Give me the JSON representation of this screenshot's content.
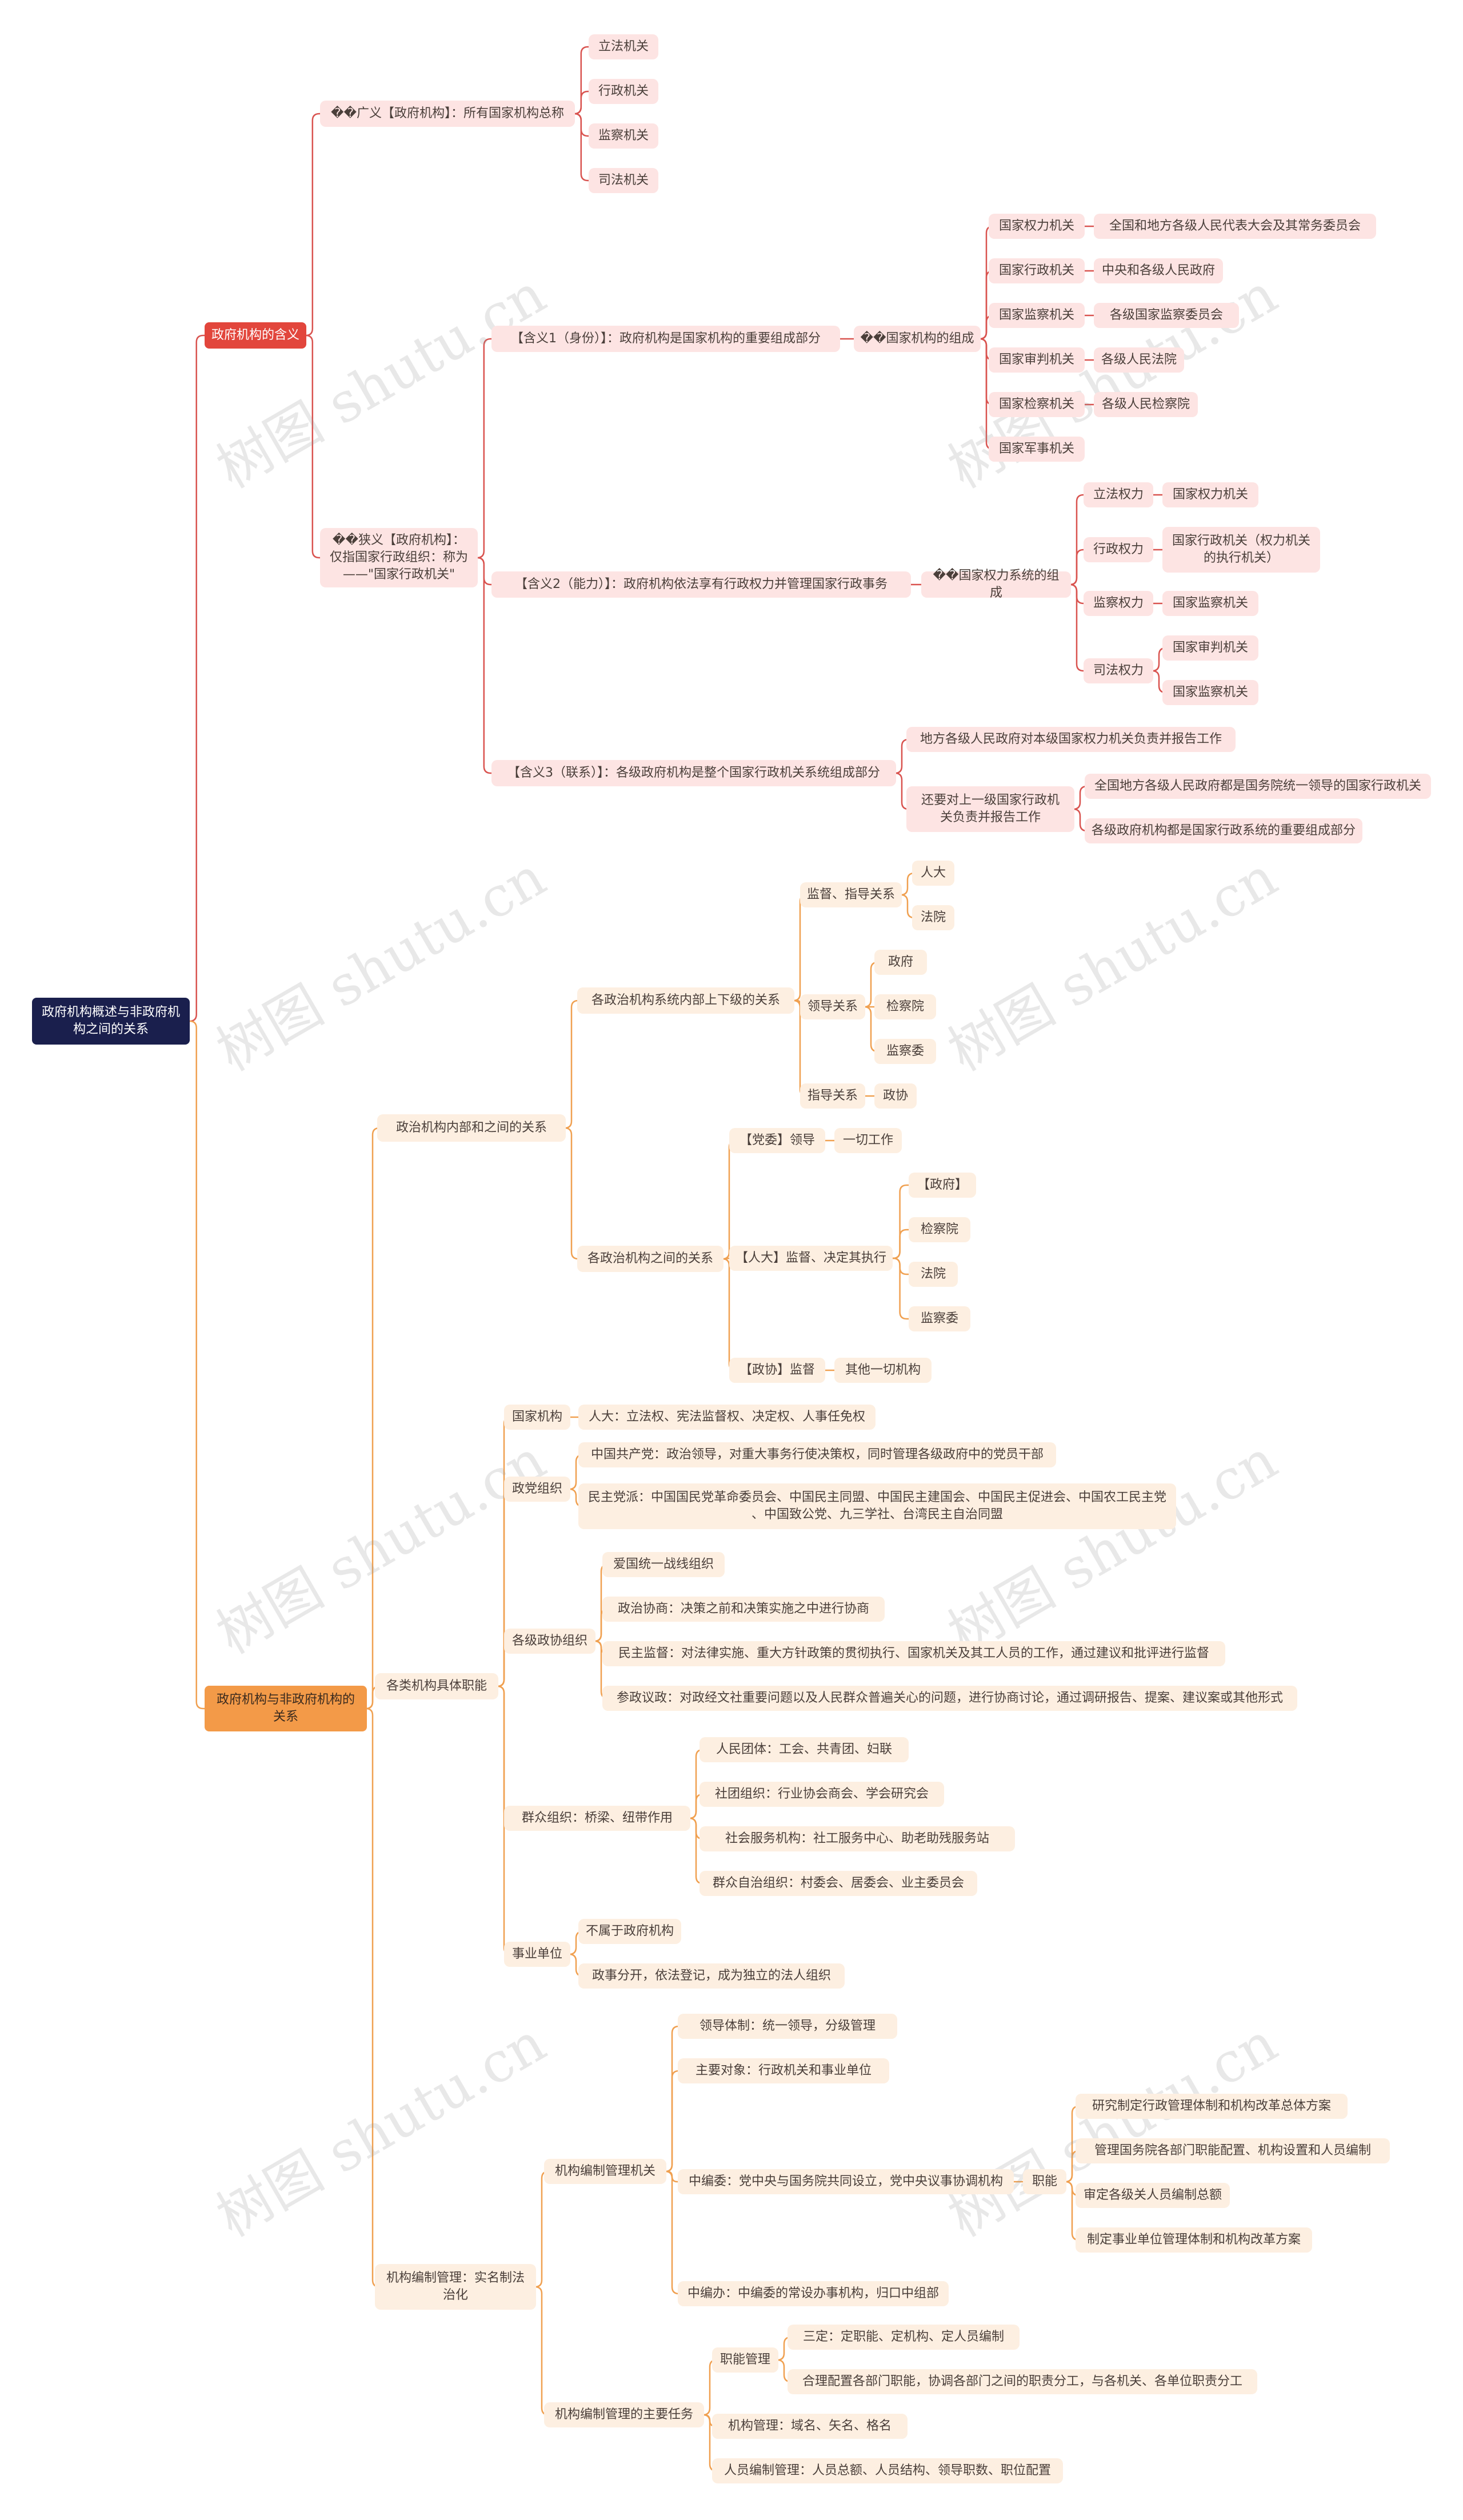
{
  "root": "政府机构概述与非政府机构之间的关系",
  "watermark": "树图 shutu.cn",
  "colors": {
    "root": "#1a1f4d",
    "branch1": "#e2463c",
    "branch2": "#f39a48",
    "line1": "#d9534f",
    "line2": "#f0a050"
  },
  "b1": {
    "label": "政府机构的含义",
    "broad": {
      "label": "��广义【政府机构】：所有国家机构总称",
      "items": [
        "立法机关",
        "行政机关",
        "监察机关",
        "司法机关"
      ]
    },
    "narrow": {
      "label": "��狭义【政府机构】：\n仅指国家行政组织：称为\n——\"国家行政机关\"",
      "m1": {
        "label": "【含义1（身份）】：政府机构是国家机构的重要组成部分",
        "group": "��国家机构的组成",
        "items": [
          {
            "label": "国家权力机关",
            "child": "全国和地方各级人民代表大会及其常务委员会"
          },
          {
            "label": "国家行政机关",
            "child": "中央和各级人民政府"
          },
          {
            "label": "国家监察机关",
            "child": "各级国家监察委员会"
          },
          {
            "label": "国家审判机关",
            "child": "各级人民法院"
          },
          {
            "label": "国家检察机关",
            "child": "各级人民检察院"
          },
          {
            "label": "国家军事机关",
            "child": ""
          }
        ]
      },
      "m2": {
        "label": "【含义2（能力）】：政府机构依法享有行政权力并管理国家行政事务",
        "group": "��国家权力系统的组成",
        "items": [
          {
            "label": "立法权力",
            "children": [
              "国家权力机关"
            ]
          },
          {
            "label": "行政权力",
            "children": [
              "国家行政机关（权力机关\n的执行机关）"
            ]
          },
          {
            "label": "监察权力",
            "children": [
              "国家监察机关"
            ]
          },
          {
            "label": "司法权力",
            "children": [
              "国家审判机关",
              "国家监察机关"
            ]
          }
        ]
      },
      "m3": {
        "label": "【含义3（联系）】：各级政府机构是整个国家行政机关系统组成部分",
        "a": "地方各级人民政府对本级国家权力机关负责并报告工作",
        "b": "还要对上一级国家行政机\n关负责并报告工作",
        "b_children": [
          "全国地方各级人民政府都是国务院统一领导的国家行政机关",
          "各级政府机构都是国家行政系统的重要组成部分"
        ]
      }
    }
  },
  "b2": {
    "label": "政府机构与非政府机构的\n关系",
    "s1": {
      "label": "政治机构内部和之间的关系",
      "inner": {
        "label": "各政治机构系统内部上下级的关系",
        "groups": [
          {
            "label": "监督、指导关系",
            "children": [
              "人大",
              "法院"
            ]
          },
          {
            "label": "领导关系",
            "children": [
              "政府",
              "检察院",
              "监察委"
            ]
          },
          {
            "label": "指导关系",
            "children": [
              "政协"
            ]
          }
        ]
      },
      "between": {
        "label": "各政治机构之间的关系",
        "groups": [
          {
            "label": "【党委】领导",
            "children": [
              "一切工作"
            ]
          },
          {
            "label": "【人大】监督、决定其执行",
            "children": [
              "【政府】",
              "检察院",
              "法院",
              "监察委"
            ]
          },
          {
            "label": "【政协】监督",
            "children": [
              "其他一切机构"
            ]
          }
        ]
      }
    },
    "s2": {
      "label": "各类机构具体职能",
      "groups": [
        {
          "label": "国家机构",
          "children": [
            "人大：立法权、宪法监督权、决定权、人事任免权"
          ]
        },
        {
          "label": "政党组织",
          "children": [
            "中国共产党：政治领导，对重大事务行使决策权，同时管理各级政府中的党员干部",
            "民主党派：中国国民党革命委员会、中国民主同盟、中国民主建国会、中国民主促进会、中国农工民主党\n、中国致公党、九三学社、台湾民主自治同盟"
          ]
        },
        {
          "label": "各级政协组织",
          "children": [
            "爱国统一战线组织",
            "政治协商：决策之前和决策实施之中进行协商",
            "民主监督：对法律实施、重大方针政策的贯彻执行、国家机关及其工人员的工作，通过建议和批评进行监督",
            "参政议政：对政经文社重要问题以及人民群众普遍关心的问题，进行协商讨论，通过调研报告、提案、建议案或其他形式"
          ]
        },
        {
          "label": "群众组织：桥梁、纽带作用",
          "children": [
            "人民团体：工会、共青团、妇联",
            "社团组织：行业协会商会、学会研究会",
            "社会服务机构：社工服务中心、助老助残服务站",
            "群众自治组织：村委会、居委会、业主委员会"
          ]
        },
        {
          "label": "事业单位",
          "children": [
            "不属于政府机构",
            "政事分开，依法登记，成为独立的法人组织"
          ]
        }
      ]
    },
    "s3": {
      "label": "机构编制管理：实名制法\n治化",
      "org": {
        "label": "机构编制管理机关",
        "items": [
          "领导体制：统一领导，分级管理",
          "主要对象：行政机关和事业单位"
        ],
        "zby": {
          "label": "中编委：党中央与国务院共同设立，党中央议事协调机构",
          "duty": "职能",
          "duties": [
            "研究制定行政管理体制和机构改革总体方案",
            "管理国务院各部门职能配置、机构设置和人员编制",
            "审定各级关人员编制总额",
            "制定事业单位管理体制和机构改革方案"
          ]
        },
        "zbb": "中编办：中编委的常设办事机构，归口中组部"
      },
      "tasks": {
        "label": "机构编制管理的主要任务",
        "func": {
          "label": "职能管理",
          "children": [
            "三定：定职能、定机构、定人员编制",
            "合理配置各部门职能，协调各部门之间的职责分工，与各机关、各单位职责分工"
          ]
        },
        "items": [
          "机构管理：域名、矢名、格名",
          "人员编制管理：人员总额、人员结构、领导职数、职位配置"
        ]
      }
    }
  }
}
